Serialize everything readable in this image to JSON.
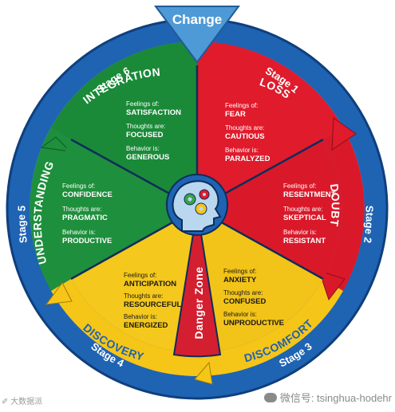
{
  "title": "Change",
  "stages": [
    {
      "stage": "Stage 1",
      "name": "LOSS",
      "feelings_label": "Feelings of:",
      "feelings": "FEAR",
      "thoughts_label": "Thoughts are:",
      "thoughts": "CAUTIOUS",
      "behavior_label": "Behavior is:",
      "behavior": "PARALYZED",
      "color": "#e01b2c"
    },
    {
      "stage": "Stage 2",
      "name": "DOUBT",
      "feelings_label": "Feelings of:",
      "feelings": "RESENTMENT",
      "thoughts_label": "Thoughts are:",
      "thoughts": "SKEPTICAL",
      "behavior_label": "Behavior is:",
      "behavior": "RESISTANT",
      "color": "#d9192a"
    },
    {
      "stage": "Stage 3",
      "name": "DISCOMFORT",
      "feelings_label": "Feelings of:",
      "feelings": "ANXIETY",
      "thoughts_label": "Thoughts are:",
      "thoughts": "CONFUSED",
      "behavior_label": "Behavior is:",
      "behavior": "UNPRODUCTIVE",
      "color": "#f2c318"
    },
    {
      "stage": "Stage 4",
      "name": "DISCOVERY",
      "feelings_label": "Feelings of:",
      "feelings": "ANTICIPATION",
      "thoughts_label": "Thoughts are:",
      "thoughts": "RESOURCEFUL",
      "behavior_label": "Behavior is:",
      "behavior": "ENERGIZED",
      "color": "#f4c81c"
    },
    {
      "stage": "Stage 5",
      "name": "UNDERSTANDING",
      "feelings_label": "Feelings of:",
      "feelings": "CONFIDENCE",
      "thoughts_label": "Thoughts are:",
      "thoughts": "PRAGMATIC",
      "behavior_label": "Behavior is:",
      "behavior": "PRODUCTIVE",
      "color": "#1e8f3c"
    },
    {
      "stage": "Stage 6",
      "name": "INTEGRATION",
      "feelings_label": "Feelings of:",
      "feelings": "SATISFACTION",
      "thoughts_label": "Thoughts are:",
      "thoughts": "FOCUSED",
      "behavior_label": "Behavior is:",
      "behavior": "GENEROUS",
      "color": "#1a8a38"
    }
  ],
  "danger_zone": "Danger Zone",
  "outer_ring_color": "#1f63b3",
  "watermark_left": "✐ 大数据派",
  "watermark_right": "微信号: tsinghua-hodehr"
}
